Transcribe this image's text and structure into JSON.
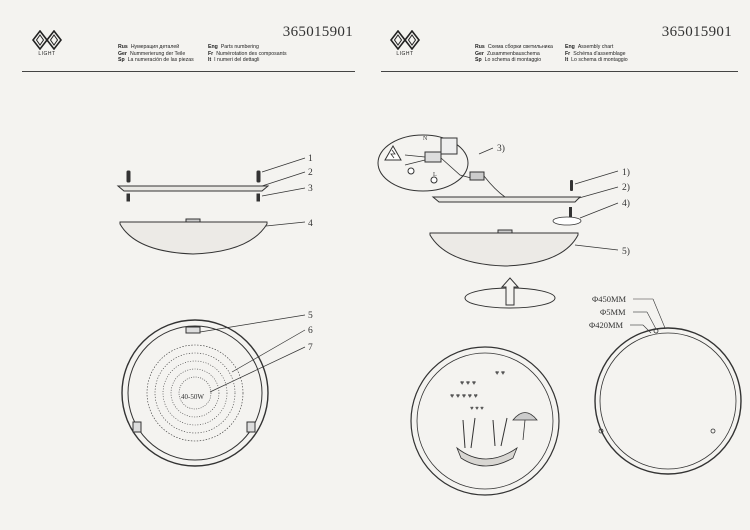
{
  "brand": {
    "logo_text": "LIGHT"
  },
  "left_page": {
    "code": "365015901",
    "header": [
      {
        "lang": "Rus",
        "text": "Нумерация деталей",
        "lang2": "Eng",
        "text2": "Parts numbering"
      },
      {
        "lang": "Ger",
        "text": "Nummerierung der Teile",
        "lang2": "Fr",
        "text2": "Numérotation des composants"
      },
      {
        "lang": "Sp",
        "text": "La numeración de las piezas",
        "lang2": "It",
        "text2": "I numeri del dettagli"
      }
    ],
    "callouts": [
      "1",
      "2",
      "3",
      "4",
      "5",
      "6",
      "7"
    ],
    "bulb_label": "40-50W"
  },
  "right_page": {
    "code": "365015901",
    "header": [
      {
        "lang": "Rus",
        "text": "Схема сборки светильника",
        "lang2": "Eng",
        "text2": "Assembly chart"
      },
      {
        "lang": "Ger",
        "text": "Zusammenbauschema",
        "lang2": "Fr",
        "text2": "Schéma d'assemblage"
      },
      {
        "lang": "Sp",
        "text": "Lo schema di montaggio",
        "lang2": "It",
        "text2": "Lo schema di montaggio"
      }
    ],
    "callouts": [
      "1)",
      "2)",
      "3)",
      "4)",
      "5)"
    ],
    "wiring_labels": {
      "n": "N",
      "l": "L"
    },
    "dimensions": [
      "Φ450MM",
      "Φ5MM",
      "Φ420MM"
    ]
  },
  "colors": {
    "ink": "#333333",
    "paper": "#f4f3f0",
    "rule": "#444444"
  }
}
